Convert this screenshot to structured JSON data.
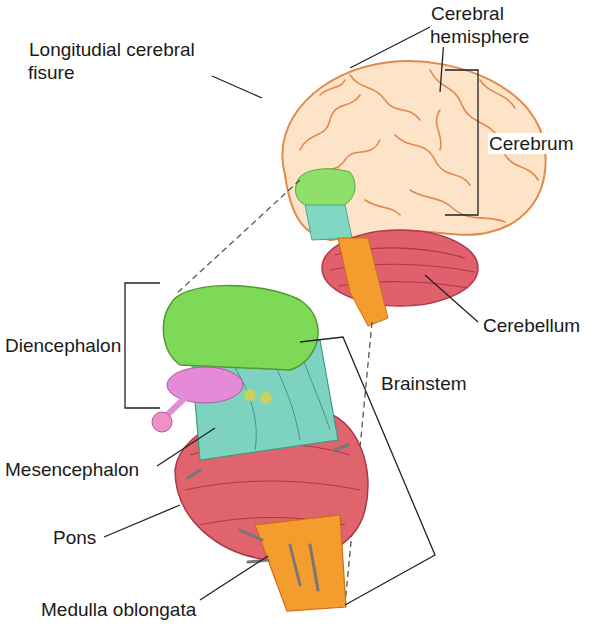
{
  "diagram": {
    "labels": [
      "Cerebral hemisphere",
      "Longitudial cerebral fisure",
      "Cerebrum",
      "Cerebellum",
      "Diencephalon",
      "Brainstem",
      "Mesencephalon",
      "Pons",
      "Medulla oblongata"
    ]
  }
}
